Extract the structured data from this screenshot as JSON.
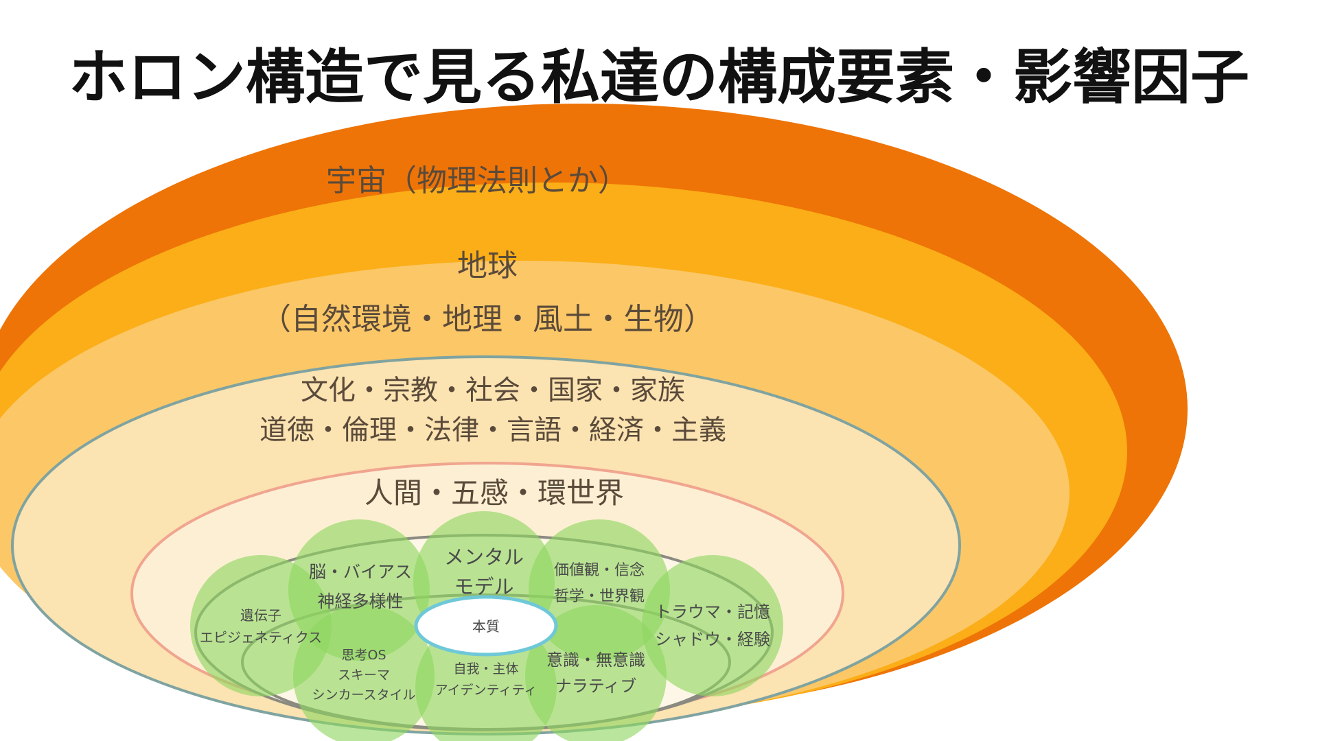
{
  "title": "ホロン構造で見る私達の構成要素・影響因子",
  "layers": {
    "universe": {
      "label": "宇宙（物理法則とか）",
      "color": "#EE7407"
    },
    "earth": {
      "lines": [
        "地球",
        "（自然環境・地理・風土・生物）"
      ],
      "color": "#FBAE17"
    },
    "culture": {
      "lines": [
        "文化・宗教・社会・国家・家族",
        "道徳・倫理・法律・言語・経済・主義"
      ],
      "color": "#FCE3B2"
    },
    "human": {
      "label": "人間・五感・環世界",
      "color": "#FDEFD4"
    }
  },
  "core": {
    "label": "本質"
  },
  "nodes": {
    "mental_model": {
      "lines": [
        "メンタル",
        "モデル"
      ]
    },
    "values": {
      "lines": [
        "価値観・信念",
        "哲学・世界観"
      ]
    },
    "trauma": {
      "lines": [
        "トラウマ・記憶",
        "シャドウ・経験"
      ]
    },
    "consciousness": {
      "lines": [
        "意識・無意識",
        "ナラティブ"
      ]
    },
    "ego": {
      "lines": [
        "自我・主体",
        "アイデンティティ"
      ]
    },
    "thinking_os": {
      "lines": [
        "思考OS",
        "スキーマ",
        "シンカースタイル"
      ]
    },
    "gene": {
      "lines": [
        "遺伝子",
        "エピジェネティクス"
      ]
    },
    "brain": {
      "lines": [
        "脳・バイアス",
        "神経多様性"
      ]
    }
  },
  "colors": {
    "node_fill": "#8ED660",
    "culture_stroke": "#7FA3A0",
    "human_stroke": "#F0A58F",
    "inner_stroke": "#8A8A80",
    "core_stroke": "#6FC8D8"
  }
}
